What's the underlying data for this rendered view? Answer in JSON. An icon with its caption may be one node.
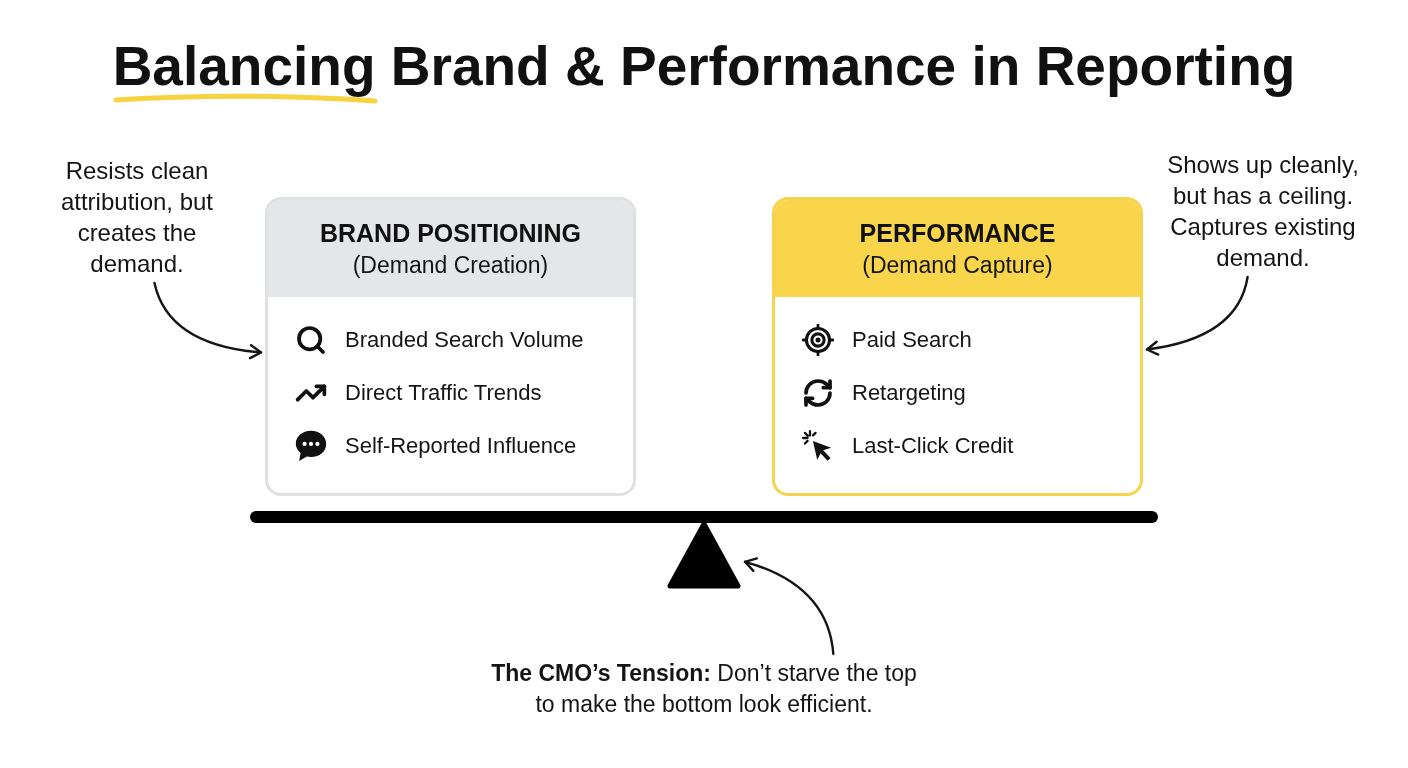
{
  "diagram": {
    "title": "Balancing Brand & Performance in Reporting",
    "nodes": [
      {
        "text": [
          "Resists clean attribution, but creates the demand."
        ]
      },
      {
        "text": [
          "BRAND POSITIONING",
          "(Demand Creation)",
          "Branded Search Volume",
          "Direct Traffic Trends",
          "Self-Reported Influence"
        ]
      },
      {
        "text": [
          "PERFORMANCE",
          "(Demand Capture)",
          "Paid Search",
          "Retargeting",
          "Last-Click Credit"
        ]
      },
      {
        "text": [
          "Shows up cleanly, but has a ceiling. Captures existing demand."
        ]
      },
      {
        "text": [],
        "shape": "triangle"
      },
      {
        "text": [
          "**The CMO’s Tension:** Don’t starve the top to make the bottom look efficient."
        ]
      }
    ],
    "edges": [
      {
        "from": 0,
        "to": 1,
        "arrow": "to"
      },
      {
        "from": 3,
        "to": 2,
        "arrow": "to"
      },
      {
        "from": 5,
        "to": 4,
        "arrow": "to"
      }
    ]
  }
}
